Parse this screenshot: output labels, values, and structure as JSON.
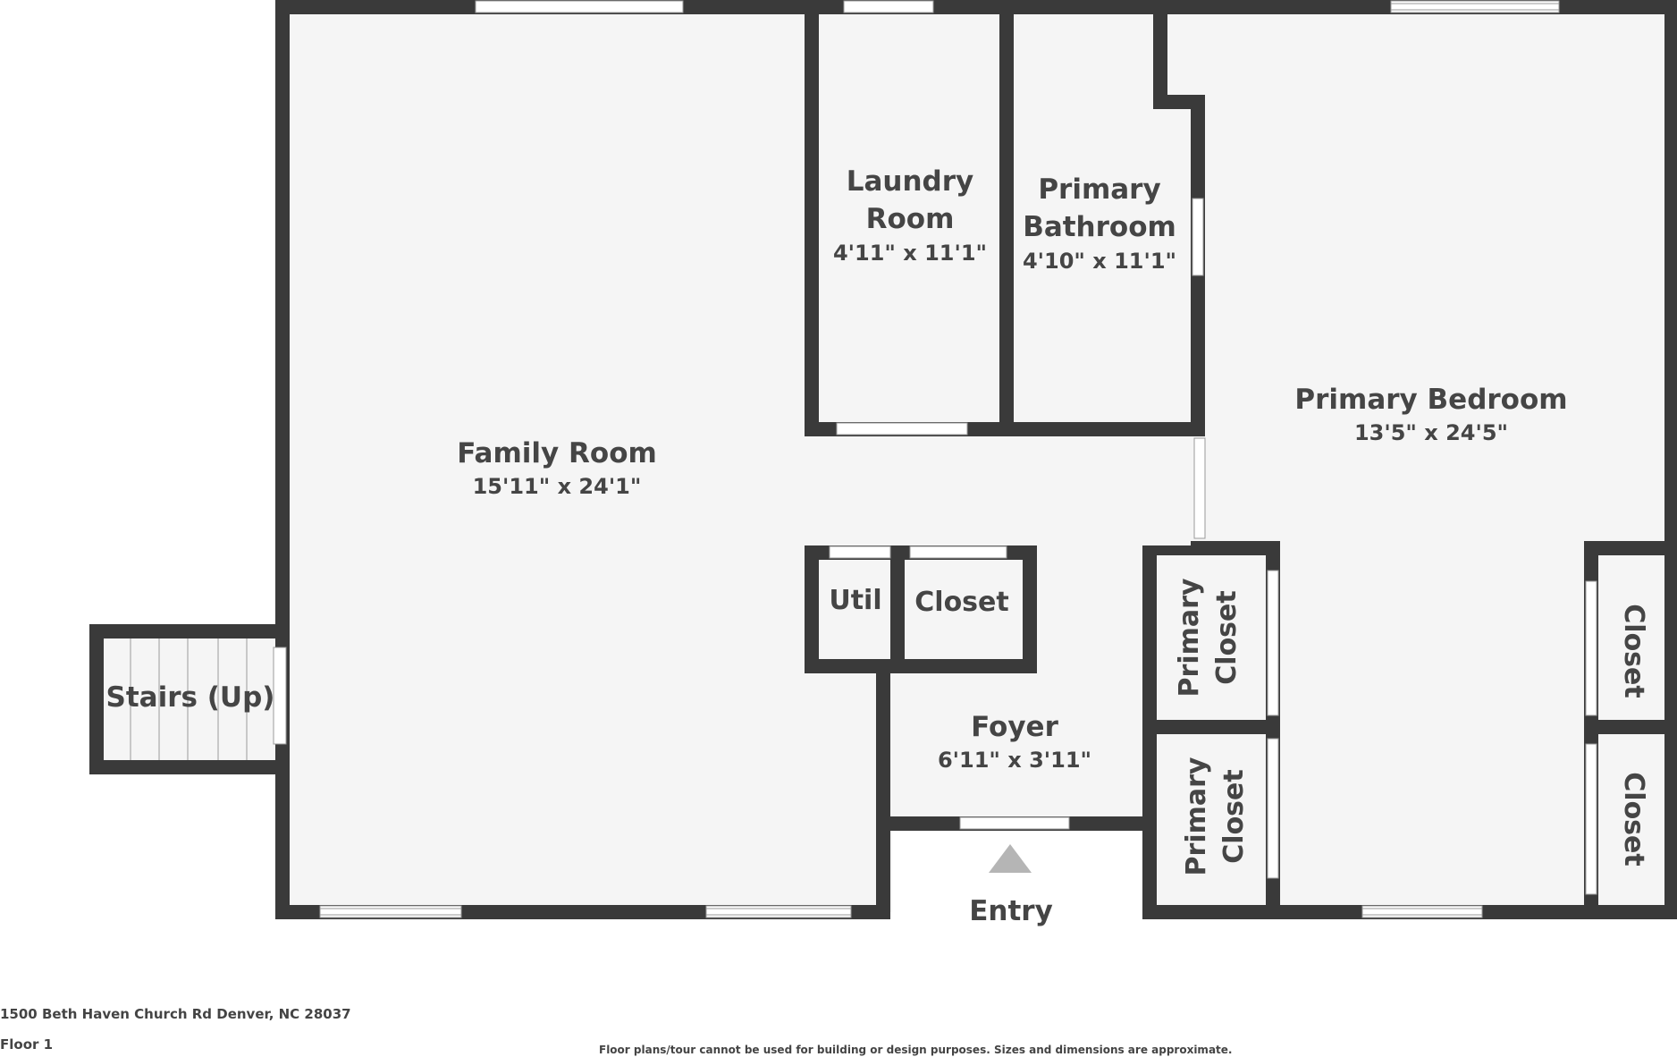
{
  "rooms": {
    "family_room": {
      "name": "Family Room",
      "dims": "15'11\" x 24'1\""
    },
    "laundry_room": {
      "name_line1": "Laundry",
      "name_line2": "Room",
      "dims": "4'11\" x 11'1\""
    },
    "primary_bathroom": {
      "name_line1": "Primary",
      "name_line2": "Bathroom",
      "dims": "4'10\" x 11'1\""
    },
    "primary_bedroom": {
      "name": "Primary Bedroom",
      "dims": "13'5\" x 24'5\""
    },
    "foyer": {
      "name": "Foyer",
      "dims": "6'11\" x 3'11\""
    },
    "util": {
      "name": "Util"
    },
    "closet": {
      "name": "Closet"
    },
    "primary_closet_1": {
      "name_line1": "Primary",
      "name_line2": "Closet"
    },
    "primary_closet_2": {
      "name_line1": "Primary",
      "name_line2": "Closet"
    },
    "closet_right_1": {
      "name": "Closet"
    },
    "closet_right_2": {
      "name": "Closet"
    },
    "stairs": {
      "name": "Stairs (Up)"
    },
    "entry": {
      "name": "Entry"
    }
  },
  "footer": {
    "address": "1500 Beth Haven Church Rd Denver, NC 28037",
    "floor": "Floor 1",
    "disclaimer": "Floor plans/tour cannot be used for building or design purposes. Sizes and dimensions are approximate."
  },
  "colors": {
    "wall": "#3a3a3a",
    "floor": "#f5f5f5",
    "window": "#ffffff",
    "text": "#454545",
    "entry_arrow": "#b5b5b5"
  }
}
